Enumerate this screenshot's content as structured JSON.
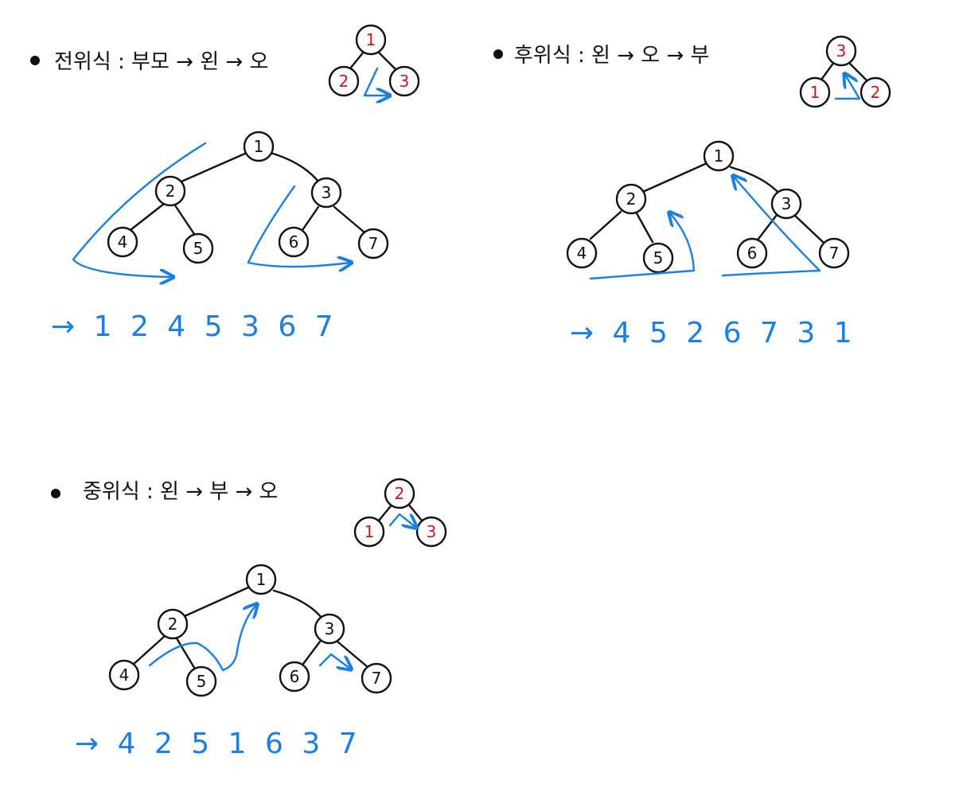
{
  "colors": {
    "accent": "#1a7fe0",
    "ink": "#111111",
    "red": "#d0141d"
  },
  "panels": [
    {
      "id": "preorder",
      "title": "전위식 :  부모 → 왼 → 오",
      "mini": [
        "1",
        "2",
        "3"
      ],
      "nodes": [
        "1",
        "2",
        "3",
        "4",
        "5",
        "6",
        "7"
      ],
      "sequence": "→ 1 2 4 5 3 6 7"
    },
    {
      "id": "postorder",
      "title": "후위식 :  왼 → 오 → 부",
      "mini": [
        "3",
        "1",
        "2"
      ],
      "nodes": [
        "1",
        "2",
        "3",
        "4",
        "5",
        "6",
        "7"
      ],
      "sequence": "→ 4 5 2 6 7 3 1"
    },
    {
      "id": "inorder",
      "title": "중위식 :  왼 → 부 → 오",
      "mini": [
        "2",
        "1",
        "3"
      ],
      "nodes": [
        "1",
        "2",
        "3",
        "4",
        "5",
        "6",
        "7"
      ],
      "sequence": "→ 4 2 5 1 6 3 7"
    }
  ]
}
